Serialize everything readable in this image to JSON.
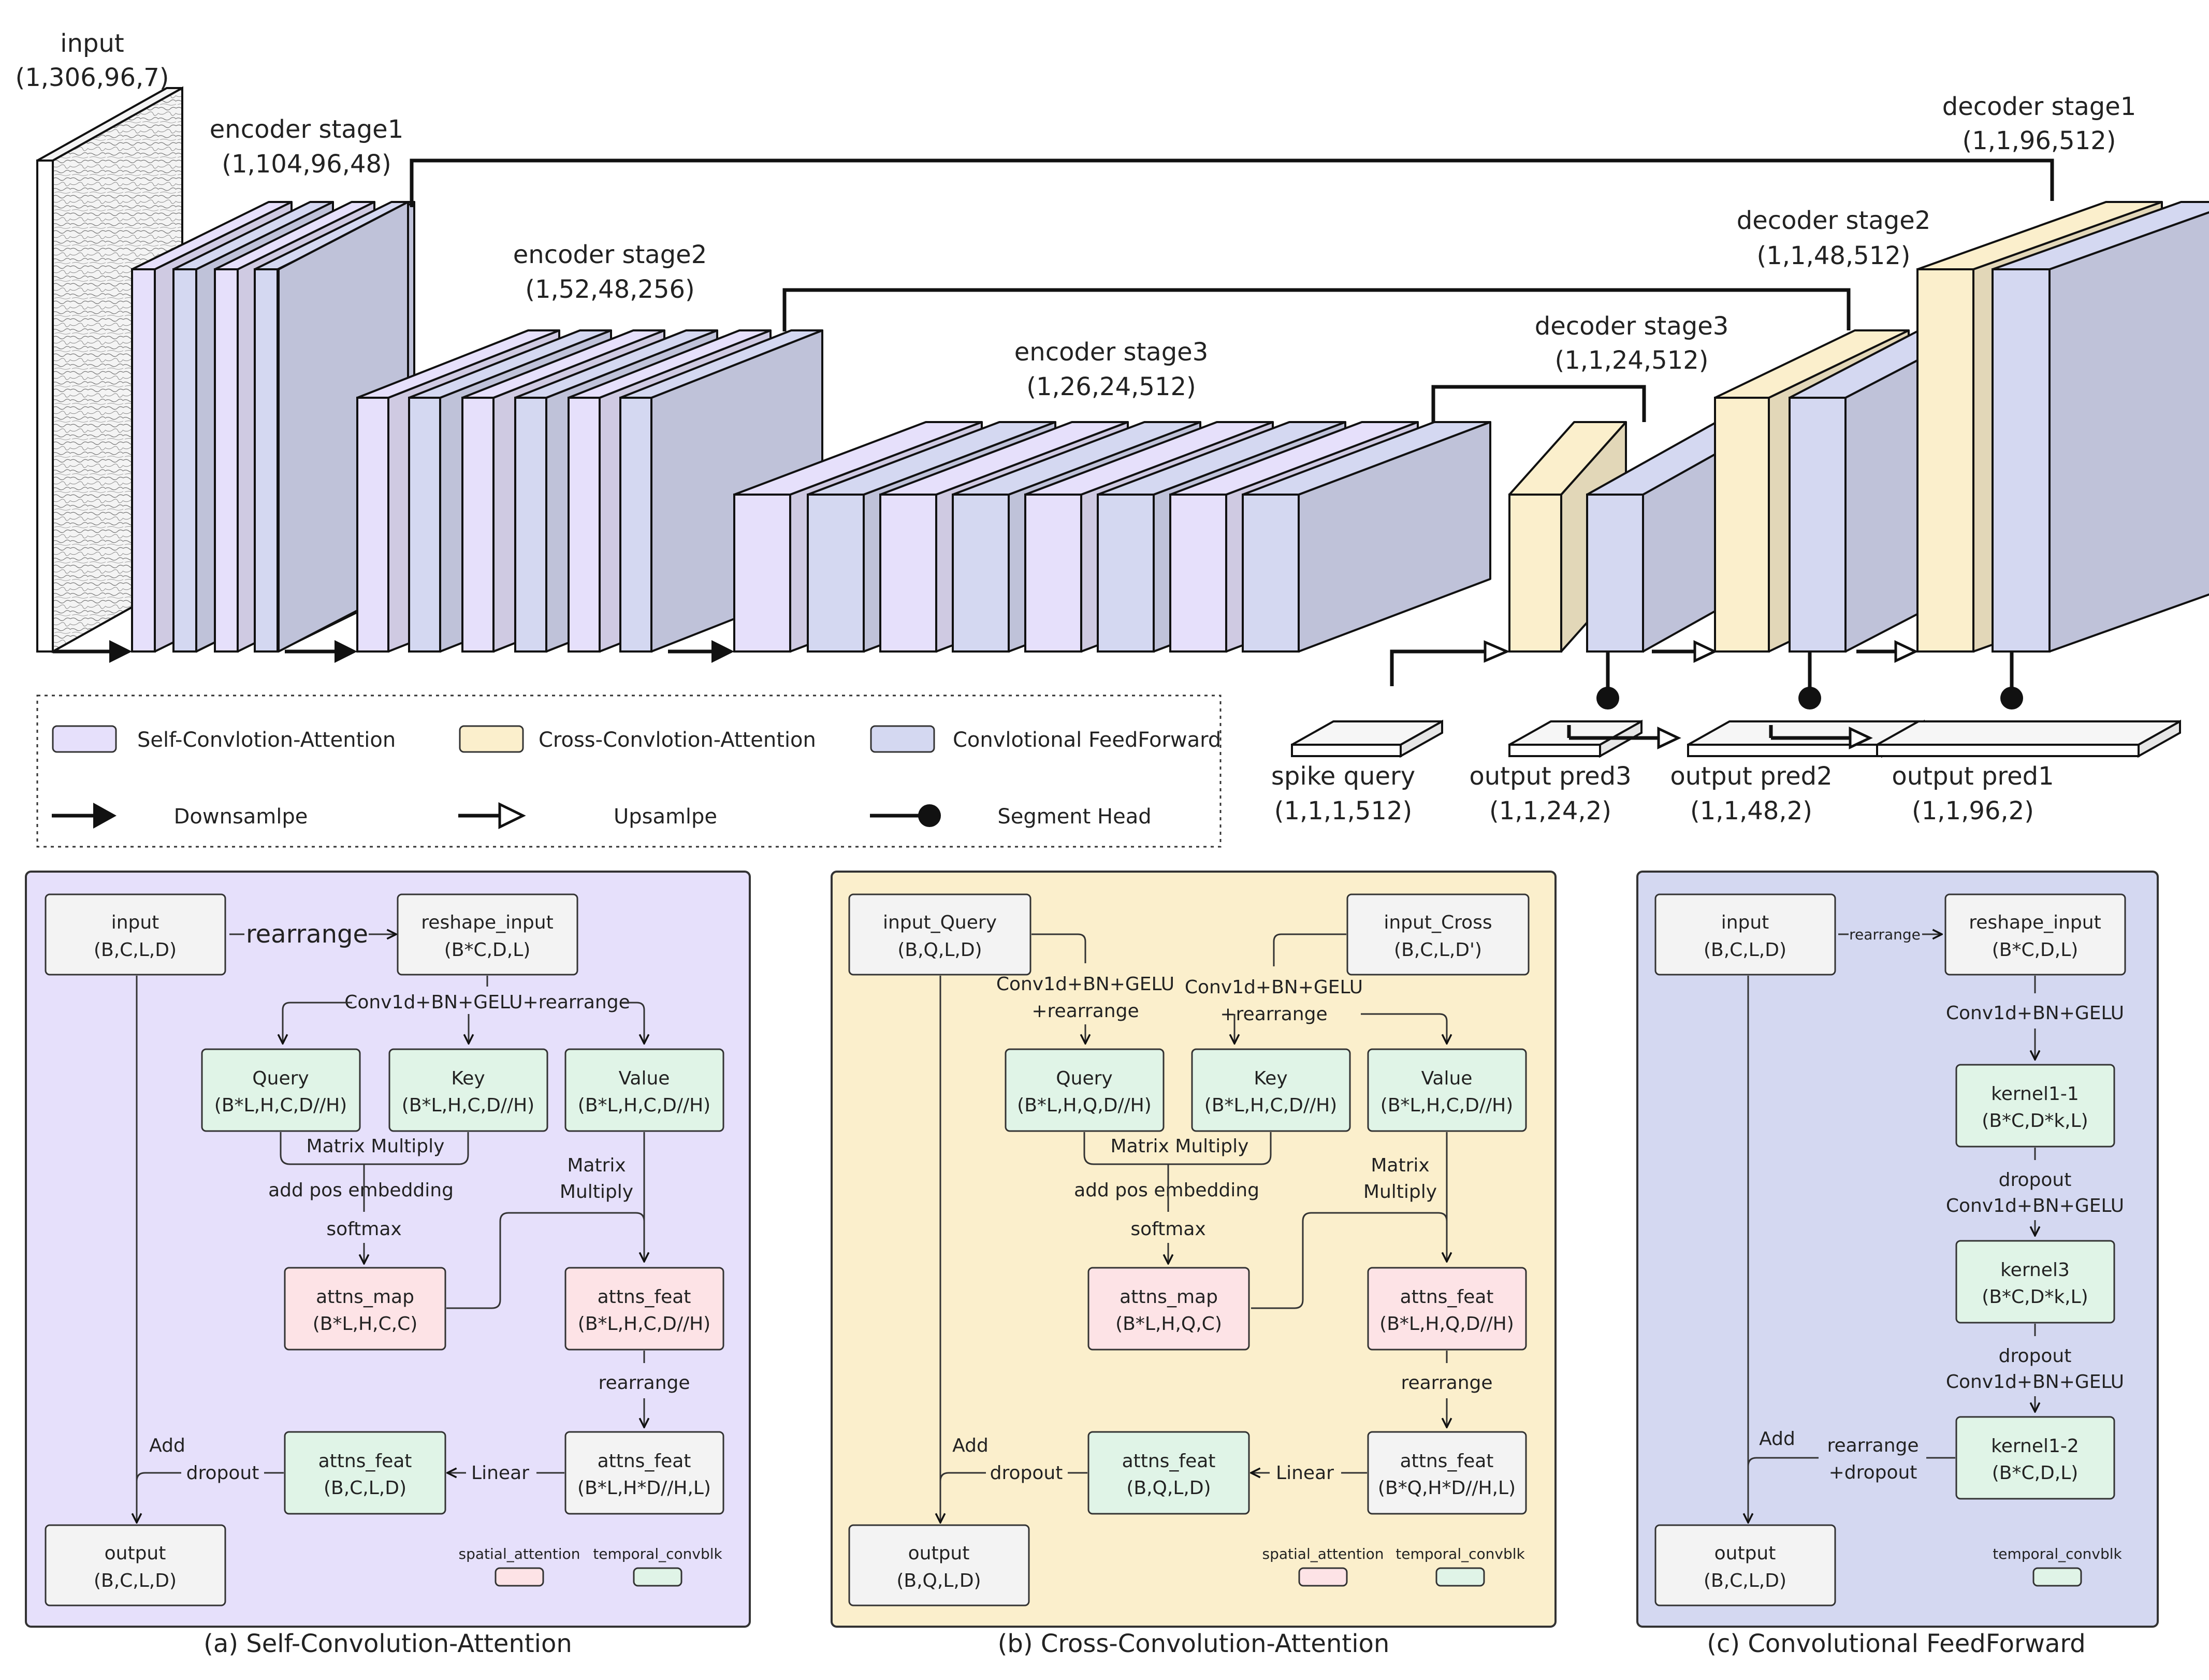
{
  "architecture": {
    "input": {
      "name": "input",
      "shape": "(1,306,96,7)"
    },
    "encoder1": {
      "name": "encoder stage1",
      "shape": "(1,104,96,48)"
    },
    "encoder2": {
      "name": "encoder stage2",
      "shape": "(1,52,48,256)"
    },
    "encoder3": {
      "name": "encoder stage3",
      "shape": "(1,26,24,512)"
    },
    "decoder3": {
      "name": "decoder stage3",
      "shape": "(1,1,24,512)"
    },
    "decoder2": {
      "name": "decoder stage2",
      "shape": "(1,1,48,512)"
    },
    "decoder1": {
      "name": "decoder stage1",
      "shape": "(1,1,96,512)"
    },
    "spike_query": {
      "name": "spike query",
      "shape": "(1,1,1,512)"
    },
    "pred3": {
      "name": "output pred3",
      "shape": "(1,1,24,2)"
    },
    "pred2": {
      "name": "output pred2",
      "shape": "(1,1,48,2)"
    },
    "pred1": {
      "name": "output pred1",
      "shape": "(1,1,96,2)"
    }
  },
  "legend": {
    "self_attn": "Self-Convlotion-Attention",
    "cross_attn": "Cross-Convlotion-Attention",
    "ffn": "Convlotional FeedForward",
    "downsample": "Downsamlpe",
    "upsample": "Upsamlpe",
    "seghead": "Segment Head"
  },
  "colors": {
    "self_attn": "#e6e0fb",
    "cross_attn": "#fbefcc",
    "ffn": "#d4d8f1",
    "green": "#e0f4e7",
    "pink": "#fde3e6",
    "grey": "#f3f3f3"
  },
  "panel_a": {
    "caption": "(a) Self-Convolution-Attention",
    "input": {
      "label": "input",
      "shape": "(B,C,L,D)"
    },
    "rearrange": "rearrange",
    "reshape": {
      "label": "reshape_input",
      "shape": "(B*C,D,L)"
    },
    "conv": "Conv1d+BN+GELU+rearrange",
    "query": {
      "label": "Query",
      "shape": "(B*L,H,C,D//H)"
    },
    "key": {
      "label": "Key",
      "shape": "(B*L,H,C,D//H)"
    },
    "value": {
      "label": "Value",
      "shape": "(B*L,H,C,D//H)"
    },
    "matmul": "Matrix Multiply",
    "posemb": "add pos embedding",
    "softmax": "softmax",
    "matmul2_a": "Matrix",
    "matmul2_b": "Multiply",
    "attns_map": {
      "label": "attns_map",
      "shape": "(B*L,H,C,C)"
    },
    "attns_feat": {
      "label": "attns_feat",
      "shape": "(B*L,H,C,D//H)"
    },
    "rearrange2": "rearrange",
    "attns_feat2": {
      "label": "attns_feat",
      "shape": "(B*L,H*D//H,L)"
    },
    "linear": "Linear",
    "attns_feat3": {
      "label": "attns_feat",
      "shape": "(B,C,L,D)"
    },
    "add": "Add",
    "dropout": "dropout",
    "output": {
      "label": "output",
      "shape": "(B,C,L,D)"
    },
    "legend_spatial": "spatial_attention",
    "legend_temporal": "temporal_convblk"
  },
  "panel_b": {
    "caption": "(b) Cross-Convolution-Attention",
    "input_q": {
      "label": "input_Query",
      "shape": "(B,Q,L,D)"
    },
    "input_c": {
      "label": "input_Cross",
      "shape": "(B,C,L,D')"
    },
    "conv_left_a": "Conv1d+BN+GELU",
    "conv_left_b": "+rearrange",
    "conv_right_a": "Conv1d+BN+GELU",
    "conv_right_b": "+rearrange",
    "query": {
      "label": "Query",
      "shape": "(B*L,H,Q,D//H)"
    },
    "key": {
      "label": "Key",
      "shape": "(B*L,H,C,D//H)"
    },
    "value": {
      "label": "Value",
      "shape": "(B*L,H,C,D//H)"
    },
    "matmul": "Matrix Multiply",
    "posemb": "add pos embedding",
    "softmax": "softmax",
    "matmul2_a": "Matrix",
    "matmul2_b": "Multiply",
    "attns_map": {
      "label": "attns_map",
      "shape": "(B*L,H,Q,C)"
    },
    "attns_feat": {
      "label": "attns_feat",
      "shape": "(B*L,H,Q,D//H)"
    },
    "rearrange2": "rearrange",
    "attns_feat2": {
      "label": "attns_feat",
      "shape": "(B*Q,H*D//H,L)"
    },
    "linear": "Linear",
    "attns_feat3": {
      "label": "attns_feat",
      "shape": "(B,Q,L,D)"
    },
    "add": "Add",
    "dropout": "dropout",
    "output": {
      "label": "output",
      "shape": "(B,Q,L,D)"
    },
    "legend_spatial": "spatial_attention",
    "legend_temporal": "temporal_convblk"
  },
  "panel_c": {
    "caption": "(c) Convolutional FeedForward",
    "input": {
      "label": "input",
      "shape": "(B,C,L,D)"
    },
    "rearrange": "rearrange",
    "reshape": {
      "label": "reshape_input",
      "shape": "(B*C,D,L)"
    },
    "conv1": "Conv1d+BN+GELU",
    "k11": {
      "label": "kernel1-1",
      "shape": "(B*C,D*k,L)"
    },
    "dropout1": "dropout",
    "conv2": "Conv1d+BN+GELU",
    "k3": {
      "label": "kernel3",
      "shape": "(B*C,D*k,L)"
    },
    "dropout2": "dropout",
    "conv3": "Conv1d+BN+GELU",
    "k12": {
      "label": "kernel1-2",
      "shape": "(B*C,D,L)"
    },
    "add": "Add",
    "rearr_a": "rearrange",
    "rearr_b": "+dropout",
    "output": {
      "label": "output",
      "shape": "(B,C,L,D)"
    },
    "legend_temporal": "temporal_convblk"
  }
}
